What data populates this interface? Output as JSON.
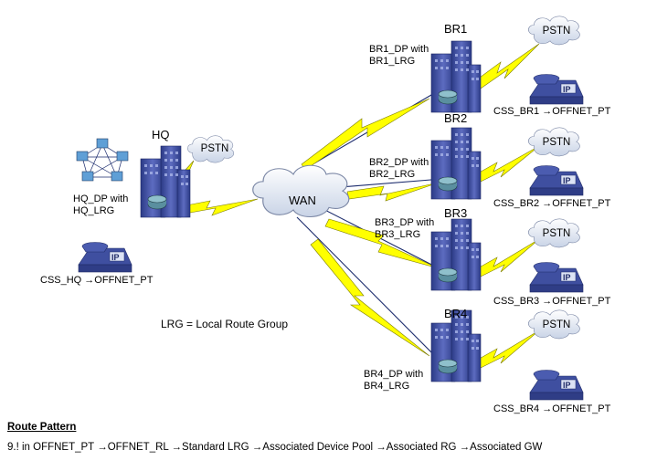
{
  "wan_label": "WAN",
  "pstn_label": "PSTN",
  "phone_label": "IP",
  "legend": "LRG = Local Route Group",
  "sites": {
    "hq": {
      "name": "HQ",
      "dp": [
        "HQ_DP with",
        "HQ_LRG"
      ],
      "css": "CSS_HQ →OFFNET_PT"
    },
    "br1": {
      "name": "BR1",
      "dp": [
        "BR1_DP with",
        "BR1_LRG"
      ],
      "css": "CSS_BR1 →OFFNET_PT"
    },
    "br2": {
      "name": "BR2",
      "dp": [
        "BR2_DP with",
        "BR2_LRG"
      ],
      "css": "CSS_BR2 →OFFNET_PT"
    },
    "br3": {
      "name": "BR3",
      "dp": [
        "BR3_DP with",
        "BR3_LRG"
      ],
      "css": "CSS_BR3 →OFFNET_PT"
    },
    "br4": {
      "name": "BR4",
      "dp": [
        "BR4_DP with",
        "BR4_LRG"
      ],
      "css": "CSS_BR4 →OFFNET_PT"
    }
  },
  "route_pattern": {
    "title": "Route Pattern",
    "text": "9.! in OFFNET_PT →OFFNET_RL →Standard LRG →Associated Device Pool →Associated RG →Associated GW"
  },
  "colors": {
    "building": "#4a58a8",
    "cloud": "#dfe6f2",
    "lightning": "#ffff00",
    "phone": "#3f4fa0"
  }
}
